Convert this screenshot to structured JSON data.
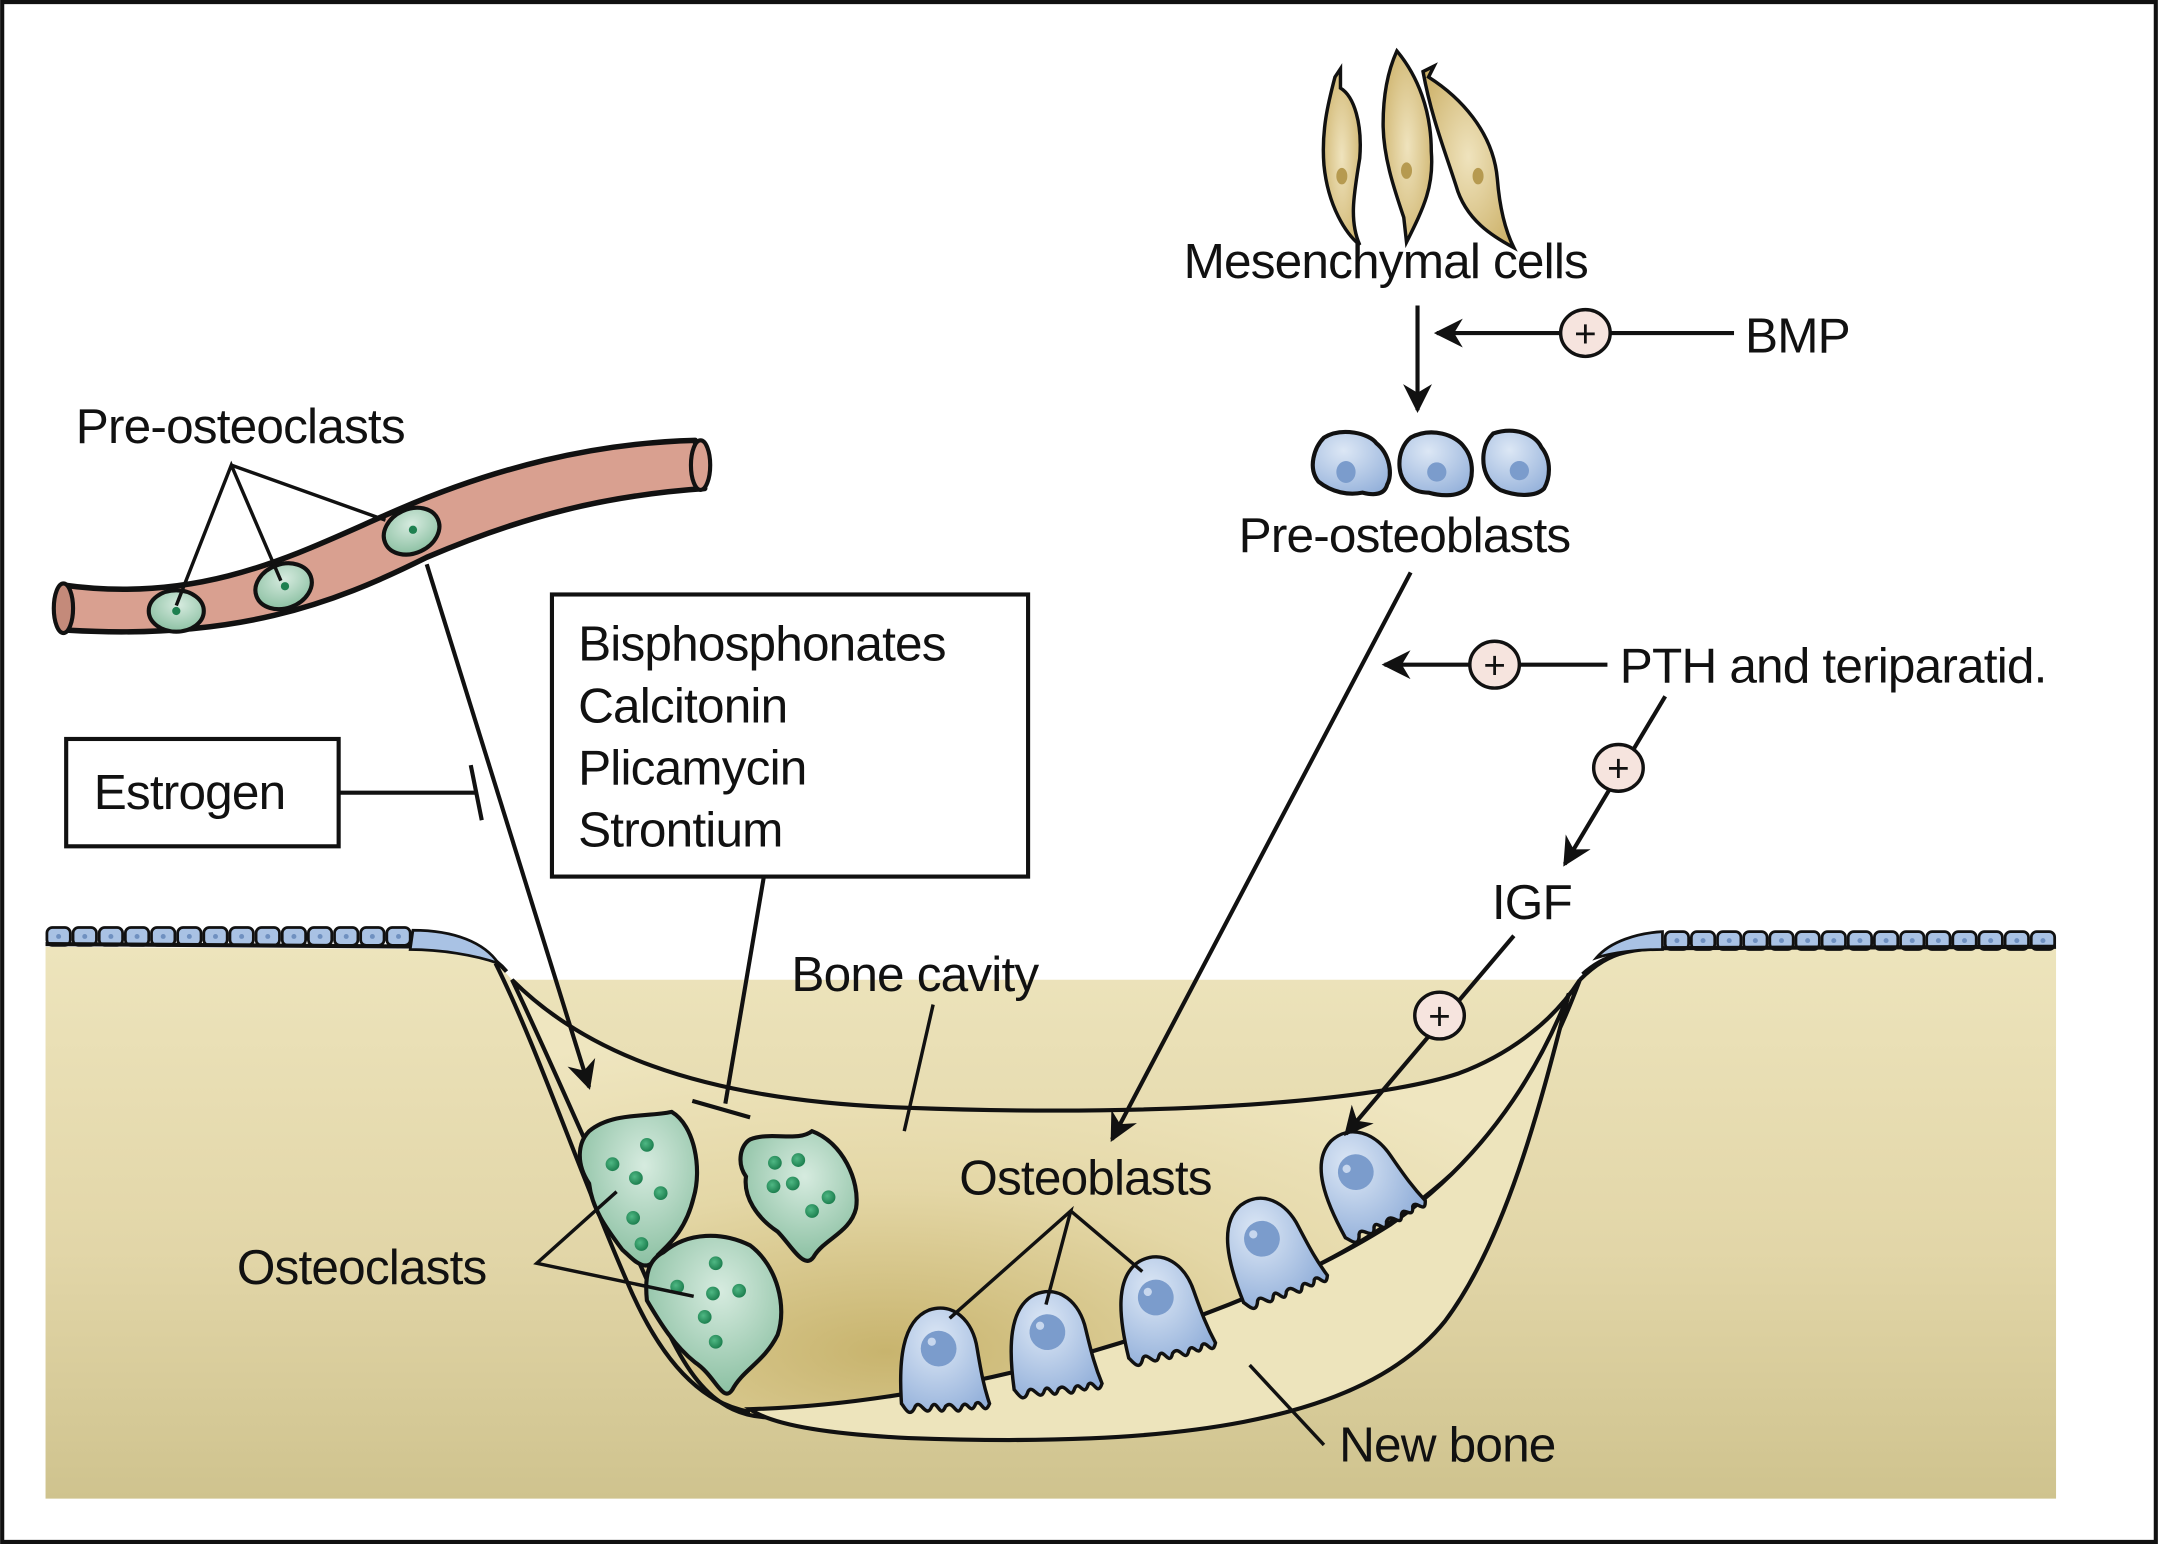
{
  "figure": {
    "title": "Bone remodeling: osteoclast resorption and osteoblast formation",
    "colors": {
      "frame": "#111111",
      "bone_light": "#ede4bc",
      "bone_dark": "#cfc38e",
      "cavity_shade": "#c8b46e",
      "vessel": "#d9a090",
      "osteoclast": "#8fc4a6",
      "osteoclast_nuclei": "#2e9a66",
      "osteoblast": "#a9c2e4",
      "osteoblast_nucleus": "#7b9ccc",
      "mesenchymal": "#d5bd80",
      "stimulus_badge": "#f6e4de"
    }
  },
  "labels": {
    "mesenchymal_cells": "Mesenchymal cells",
    "bmp": "BMP",
    "pre_osteoblasts": "Pre-osteoblasts",
    "pth": "PTH and teriparatid.",
    "igf": "IGF",
    "pre_osteoclasts": "Pre-osteoclasts",
    "estrogen": "Estrogen",
    "bone_cavity": "Bone cavity",
    "osteoblasts": "Osteoblasts",
    "osteoclasts": "Osteoclasts",
    "new_bone": "New bone"
  },
  "inhibitor_box": {
    "items": [
      "Bisphosphonates",
      "Calcitonin",
      "Plicamycin",
      "Strontium"
    ]
  },
  "stimulus_symbol": "+",
  "relations": [
    {
      "from": "BMP",
      "to": "Mesenchymal cells → Pre-osteoblasts",
      "type": "stimulates"
    },
    {
      "from": "PTH and teriparatid.",
      "to": "Pre-osteoblasts → Osteoblasts",
      "type": "stimulates"
    },
    {
      "from": "PTH and teriparatid.",
      "to": "IGF",
      "type": "stimulates"
    },
    {
      "from": "IGF",
      "to": "Osteoblasts",
      "type": "stimulates"
    },
    {
      "from": "Estrogen",
      "to": "Pre-osteoclasts → Osteoclasts",
      "type": "inhibits"
    },
    {
      "from": "Bisphosphonates / Calcitonin / Plicamycin / Strontium",
      "to": "Osteoclasts",
      "type": "inhibits"
    }
  ]
}
